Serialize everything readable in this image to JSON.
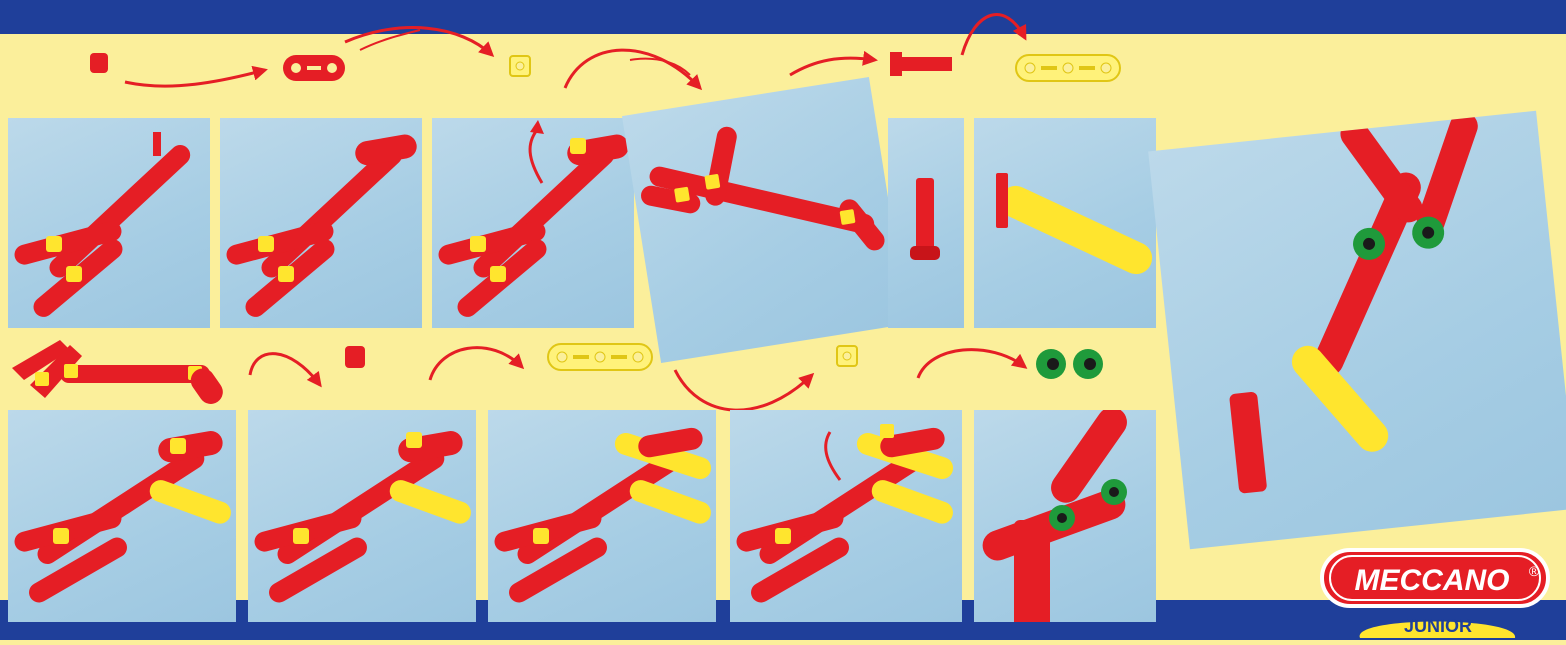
{
  "brand": {
    "name": "MECCANO",
    "registered": "®",
    "sub": "JUNIOR"
  },
  "colors": {
    "band": "#1f3f9a",
    "page": "#fbef9b",
    "panel": "#a9cfe5",
    "red": "#e51e25",
    "yellow": "#ffe52e",
    "green": "#1f9a3b"
  },
  "parts_row1": [
    "red-spacer",
    "red-short-strip",
    "yellow-nut",
    "red-bolt",
    "yellow-strip"
  ],
  "parts_row2": [
    "red-spacer",
    "yellow-strip",
    "yellow-nut",
    "green-eyes"
  ],
  "steps_row1": 6,
  "steps_row2": 5
}
